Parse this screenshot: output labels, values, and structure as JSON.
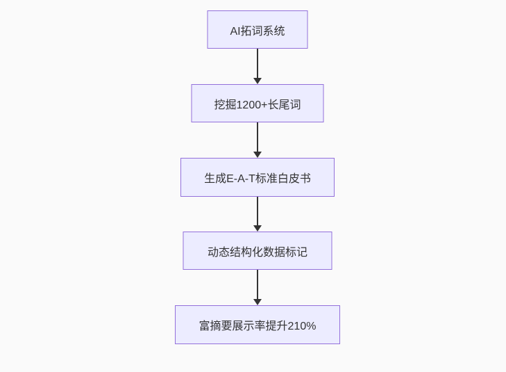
{
  "diagram": {
    "type": "flowchart",
    "direction": "top-down",
    "nodes": [
      {
        "id": "A",
        "label": "AI拓词系统"
      },
      {
        "id": "B",
        "label": "挖掘1200+长尾词"
      },
      {
        "id": "C",
        "label": "生成E-A-T标准白皮书"
      },
      {
        "id": "D",
        "label": "动态结构化数据标记"
      },
      {
        "id": "E",
        "label": "富摘要展示率提升210%"
      }
    ],
    "edges": [
      {
        "from": "A",
        "to": "B"
      },
      {
        "from": "B",
        "to": "C"
      },
      {
        "from": "C",
        "to": "D"
      },
      {
        "from": "D",
        "to": "E"
      }
    ]
  },
  "colors": {
    "background": "#fafafa",
    "node_fill": "#ececff",
    "node_border": "#9370db",
    "text_color": "#333333",
    "arrow_color": "#333333"
  }
}
